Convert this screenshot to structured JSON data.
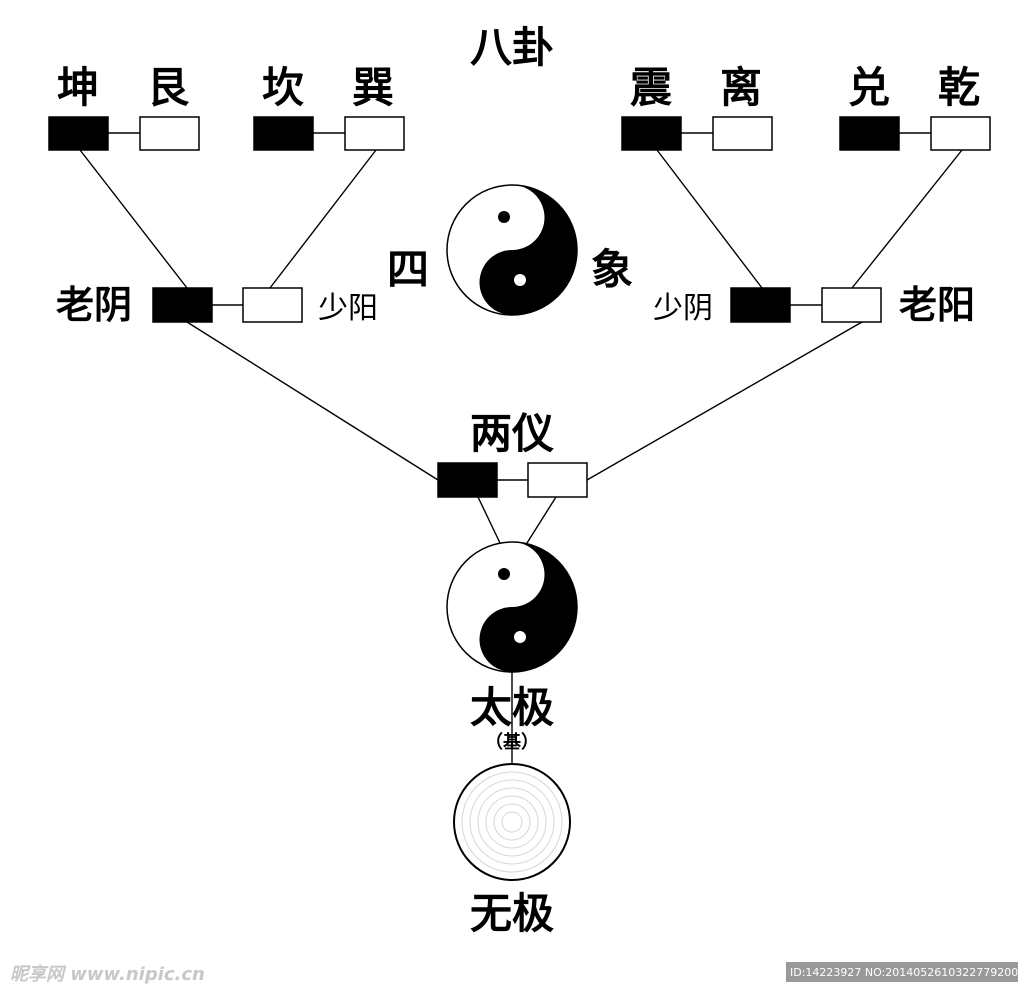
{
  "labels": {
    "bagua": "八卦",
    "sixiang_left": "四",
    "sixiang_right": "象",
    "liangyi": "两仪",
    "taiji": "太极",
    "taiji_note": "（基）",
    "wuji": "无极"
  },
  "trigrams": [
    "坤",
    "艮",
    "坎",
    "巽",
    "震",
    "离",
    "兑",
    "乾"
  ],
  "four_images": {
    "old_yin": "老阴",
    "young_yang": "少阳",
    "young_yin": "少阴",
    "old_yang": "老阳"
  },
  "watermark": {
    "site": "昵享网 www.nipic.cn",
    "id": "ID:14223927 NO:20140526103227792000"
  },
  "colors": {
    "yin": "#000000",
    "yang": "#ffffff",
    "line": "#000000",
    "watermark": "#c8c8c8",
    "id_bar": "#9a9a9a"
  }
}
